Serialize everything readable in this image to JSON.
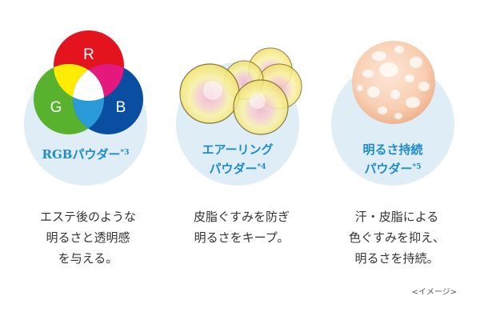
{
  "colors": {
    "circle_bg": "#deedf6",
    "label_blue": "#1f8cc6",
    "red": "#e3141e",
    "green": "#58b22e",
    "blue": "#0a4ea2",
    "yellow": "#ffec00",
    "magenta": "#e5197d",
    "cyan": "#2a9ad8"
  },
  "panels": [
    {
      "rgb_letters": [
        "R",
        "G",
        "B"
      ],
      "label_lines": [
        "RGBパウダー"
      ],
      "label_note": "*3",
      "desc_lines": [
        "エステ後のような",
        "明るさと透明感",
        "を与える。"
      ],
      "icon": "rgb-venn-icon"
    },
    {
      "label_lines": [
        "エアーリング",
        "パウダー"
      ],
      "label_note": "*4",
      "desc_lines": [
        "皮脂ぐすみを防ぎ",
        "明るさをキープ。"
      ],
      "icon": "air-ring-bubbles-icon"
    },
    {
      "label_lines": [
        "明るさ持続",
        "パウダー"
      ],
      "label_note": "*5",
      "desc_lines": [
        "汗・皮脂による",
        "色ぐすみを抑え、",
        "明るさを持続。"
      ],
      "icon": "porous-sphere-icon"
    }
  ],
  "image_note": "<イメージ>"
}
